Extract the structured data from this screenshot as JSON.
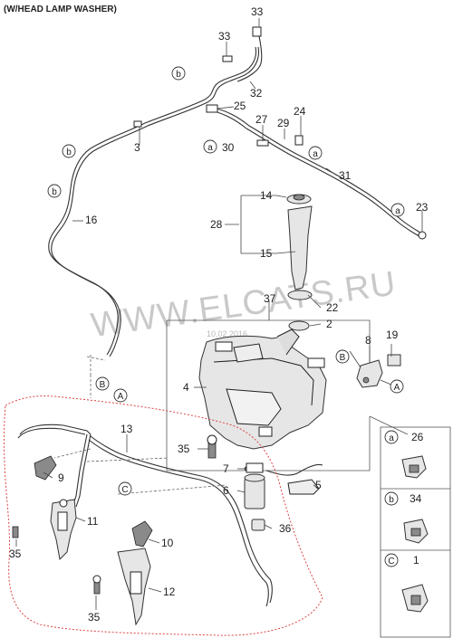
{
  "header": {
    "title": "(W/HEAD LAMP WASHER)"
  },
  "watermark": {
    "text": "WWW.ELCATS.RU",
    "date": "10.02.2016"
  },
  "callouts": {
    "p1": "1",
    "p2": "2",
    "p3": "3",
    "p4": "4",
    "p5": "5",
    "p6": "6",
    "p7": "7",
    "p8": "8",
    "p9": "9",
    "p10": "10",
    "p11": "11",
    "p12": "12",
    "p13": "13",
    "p14": "14",
    "p15": "15",
    "p16": "16",
    "p19": "19",
    "p22": "22",
    "p23": "23",
    "p24": "24",
    "p25": "25",
    "p26": "26",
    "p27": "27",
    "p28": "28",
    "p29": "29",
    "p30": "30",
    "p31": "31",
    "p32": "32",
    "p33a": "33",
    "p33b": "33",
    "p34": "34",
    "p35a": "35",
    "p35b": "35",
    "p35c": "35",
    "p36": "36",
    "p37": "37"
  },
  "refs": {
    "a": "a",
    "b": "b",
    "c": "C",
    "A": "A",
    "B": "B"
  },
  "legend": {
    "rows": [
      {
        "ref": "a",
        "part": "26"
      },
      {
        "ref": "b",
        "part": "34"
      },
      {
        "ref": "C",
        "part": "1"
      }
    ]
  }
}
